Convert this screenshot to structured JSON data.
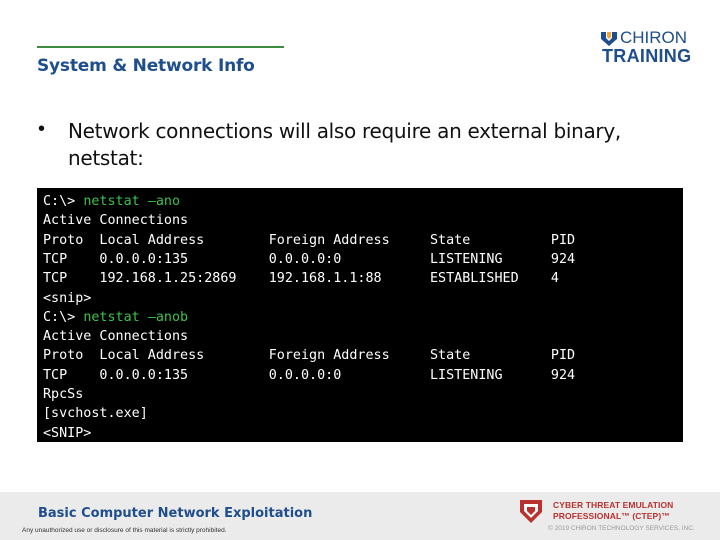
{
  "header": {
    "title": "System & Network Info"
  },
  "logo": {
    "word1": "CHIRON",
    "word2": "TRAINING",
    "icon": "chiron-shield-icon",
    "color": "#1f4e8c"
  },
  "bullet": {
    "text": "Network connections will also require an external binary, netstat:"
  },
  "terminal": {
    "lines": [
      {
        "prompt": "C:\\> ",
        "command": "netstat –ano",
        "text": ""
      },
      {
        "prompt": "",
        "command": "",
        "text": "Active Connections"
      },
      {
        "prompt": "",
        "command": "",
        "text": "Proto  Local Address        Foreign Address     State          PID"
      },
      {
        "prompt": "",
        "command": "",
        "text": "TCP    0.0.0.0:135          0.0.0.0:0           LISTENING      924"
      },
      {
        "prompt": "",
        "command": "",
        "text": "TCP    192.168.1.25:2869    192.168.1.1:88      ESTABLISHED    4"
      },
      {
        "prompt": "",
        "command": "",
        "text": "<snip>"
      },
      {
        "prompt": "C:\\> ",
        "command": "netstat –anob",
        "text": ""
      },
      {
        "prompt": "",
        "command": "",
        "text": "Active Connections"
      },
      {
        "prompt": "",
        "command": "",
        "text": "Proto  Local Address        Foreign Address     State          PID"
      },
      {
        "prompt": "",
        "command": "",
        "text": "TCP    0.0.0.0:135          0.0.0.0:0           LISTENING      924"
      },
      {
        "prompt": "",
        "command": "",
        "text": "RpcSs"
      },
      {
        "prompt": "",
        "command": "",
        "text": "[svchost.exe]"
      },
      {
        "prompt": "",
        "command": "",
        "text": "<SNIP>"
      }
    ],
    "command_color": "#39c24a"
  },
  "footer": {
    "course_title": "Basic Computer Network Exploitation",
    "notice": "Any unauthorized use or disclosure of this material is strictly prohibited.",
    "cte_line1": "CYBER THREAT EMULATION",
    "cte_line2": "PROFESSIONAL™ (CTEP)™",
    "cte_icon": "ctep-emblem-icon",
    "copyright": "© 2019 CHIRON TECHNOLOGY SERVICES, INC."
  }
}
